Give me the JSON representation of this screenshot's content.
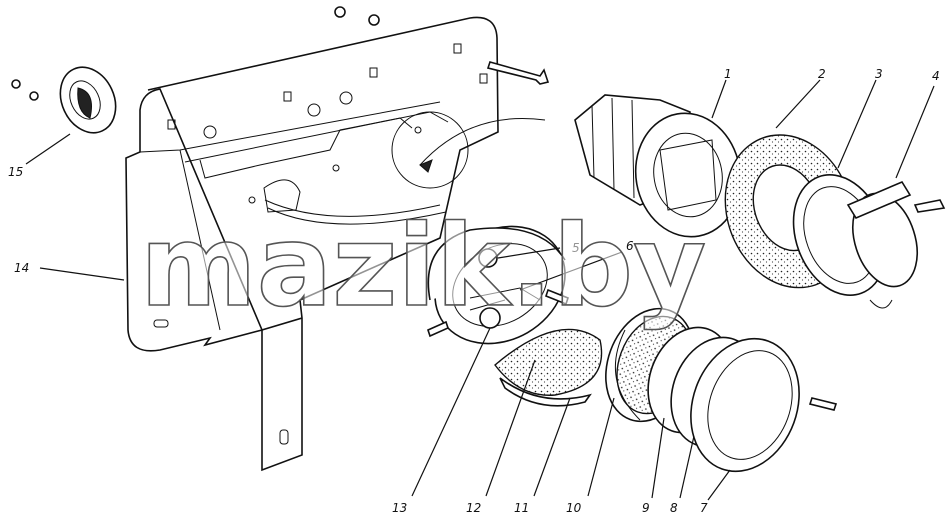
{
  "watermark": {
    "text": "mazik.by",
    "color": "#9a9a9a"
  },
  "callouts": [
    {
      "id": "1",
      "part": "part-1"
    },
    {
      "id": "2",
      "part": "part-2"
    },
    {
      "id": "3",
      "part": "part-3"
    },
    {
      "id": "4",
      "part": "part-4"
    },
    {
      "id": "5",
      "part": "part-5"
    },
    {
      "id": "6",
      "part": "part-6"
    },
    {
      "id": "7",
      "part": "part-7"
    },
    {
      "id": "8",
      "part": "part-8"
    },
    {
      "id": "9",
      "part": "part-9"
    },
    {
      "id": "10",
      "part": "part-10"
    },
    {
      "id": "11",
      "part": "part-11"
    },
    {
      "id": "12",
      "part": "part-12"
    },
    {
      "id": "13",
      "part": "part-13"
    },
    {
      "id": "14",
      "part": "part-14"
    },
    {
      "id": "15",
      "part": "part-15"
    }
  ]
}
